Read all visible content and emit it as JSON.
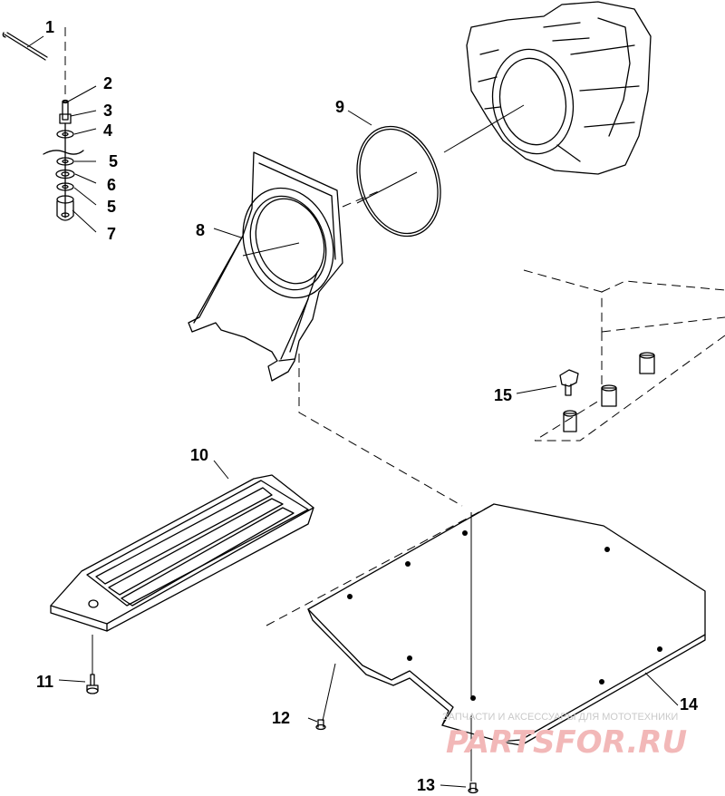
{
  "callouts": [
    {
      "id": "1",
      "label": "1"
    },
    {
      "id": "2",
      "label": "2"
    },
    {
      "id": "3",
      "label": "3"
    },
    {
      "id": "4",
      "label": "4"
    },
    {
      "id": "5a",
      "label": "5"
    },
    {
      "id": "6",
      "label": "6"
    },
    {
      "id": "5b",
      "label": "5"
    },
    {
      "id": "7",
      "label": "7"
    },
    {
      "id": "8",
      "label": "8"
    },
    {
      "id": "9",
      "label": "9"
    },
    {
      "id": "10",
      "label": "10"
    },
    {
      "id": "11",
      "label": "11"
    },
    {
      "id": "12",
      "label": "12"
    },
    {
      "id": "13",
      "label": "13"
    },
    {
      "id": "14",
      "label": "14"
    },
    {
      "id": "15",
      "label": "15"
    }
  ],
  "watermark": {
    "tagline": "ЗАПЧАСТИ И АКСЕССУАРЫ ДЛЯ МОТОТЕХНИКИ",
    "logo": "PARTSFOR.RU",
    "logo_color": "#f2b8b8"
  },
  "colors": {
    "line": "#000000",
    "background": "#ffffff"
  }
}
